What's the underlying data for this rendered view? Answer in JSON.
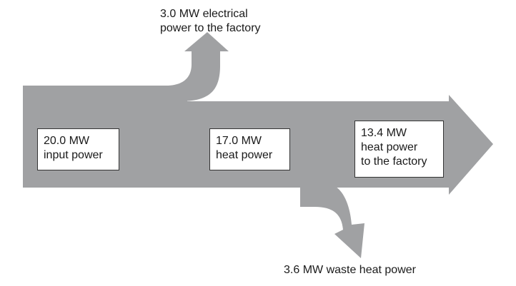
{
  "colors": {
    "flow": "#a0a1a3",
    "box_border": "#333333",
    "text": "#1a1a1a"
  },
  "top_output": {
    "line1": "3.0 MW electrical",
    "line2": "power to the factory"
  },
  "input_box": {
    "line1": "20.0 MW",
    "line2": "input power"
  },
  "heat_box": {
    "line1": "17.0 MW",
    "line2": "heat power"
  },
  "factory_box": {
    "line1": "13.4 MW",
    "line2": "heat power",
    "line3": "to the factory"
  },
  "bottom_output": {
    "line1": "3.6 MW waste heat power"
  }
}
